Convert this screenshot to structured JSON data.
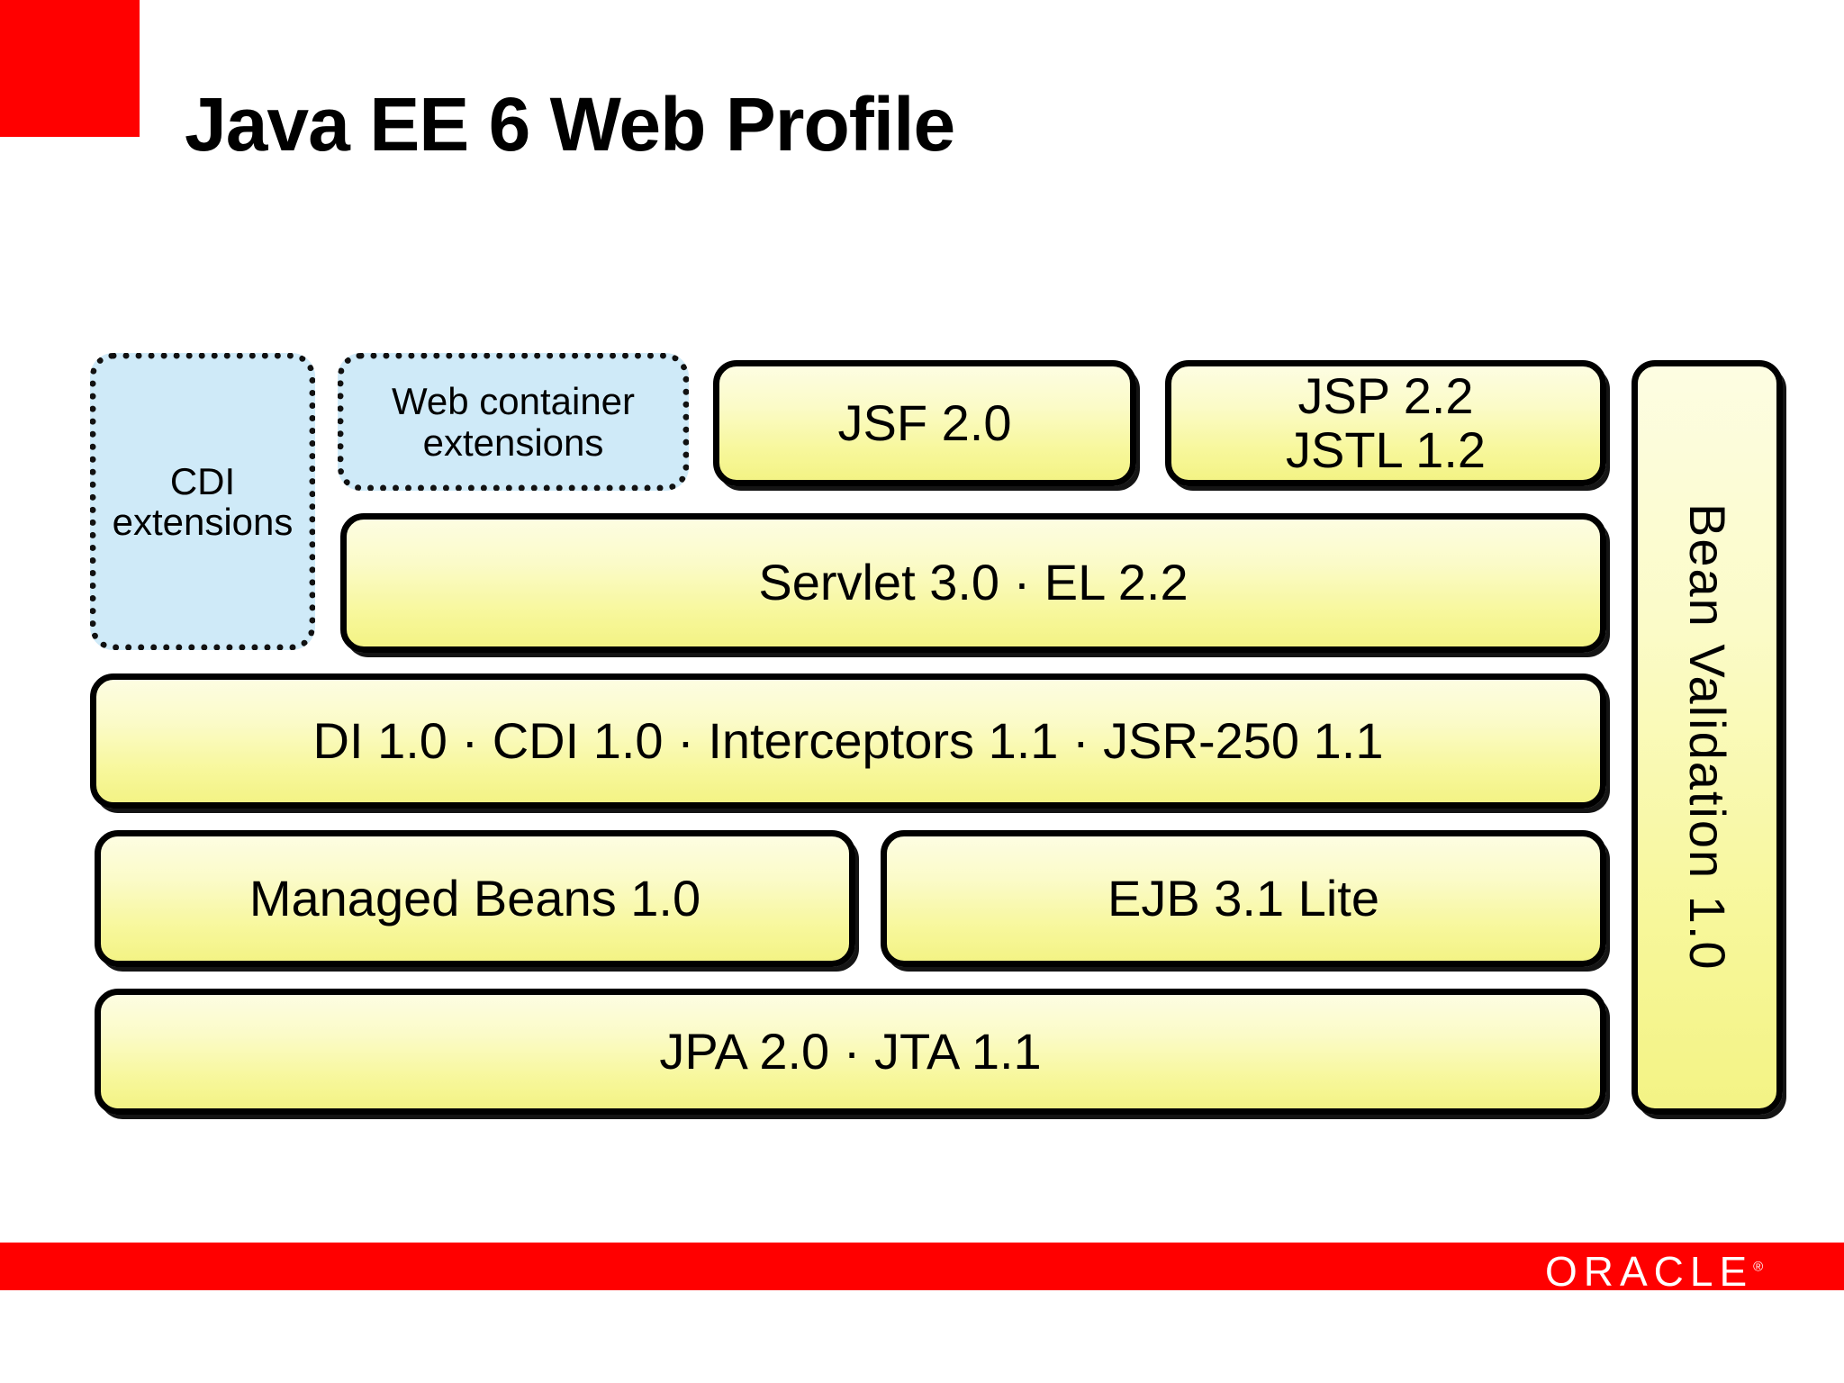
{
  "slide": {
    "title": "Java EE 6 Web Profile",
    "accent_color": "#ff0000",
    "box_fill_yellow_top": "#fdfde2",
    "box_fill_yellow_bottom": "#f3f385",
    "box_fill_blue": "#cfeaf8",
    "border_color": "#000000"
  },
  "diagram": {
    "blocks": [
      {
        "id": "cdi-extensions",
        "label": "CDI\nextensions",
        "style": "blue"
      },
      {
        "id": "web-container-ext",
        "label": "Web container\nextensions",
        "style": "blue"
      },
      {
        "id": "jsf",
        "label": "JSF 2.0",
        "style": "yellow"
      },
      {
        "id": "jsp-jstl",
        "label": "JSP 2.2\nJSTL 1.2",
        "style": "yellow"
      },
      {
        "id": "servlet-el",
        "label": "Servlet 3.0 · EL 2.2",
        "style": "yellow"
      },
      {
        "id": "di-cdi-interceptors",
        "label": "DI 1.0 · CDI 1.0 · Interceptors 1.1 · JSR-250 1.1",
        "style": "yellow"
      },
      {
        "id": "managed-beans",
        "label": "Managed Beans 1.0",
        "style": "yellow"
      },
      {
        "id": "ejb-lite",
        "label": "EJB 3.1 Lite",
        "style": "yellow"
      },
      {
        "id": "jpa-jta",
        "label": "JPA 2.0 · JTA 1.1",
        "style": "yellow"
      },
      {
        "id": "bean-validation",
        "label": "Bean Validation 1.0",
        "style": "yellow-vertical"
      }
    ]
  },
  "footer": {
    "brand": "ORACLE",
    "registered_mark": "®",
    "bar_color": "#ff0000"
  }
}
